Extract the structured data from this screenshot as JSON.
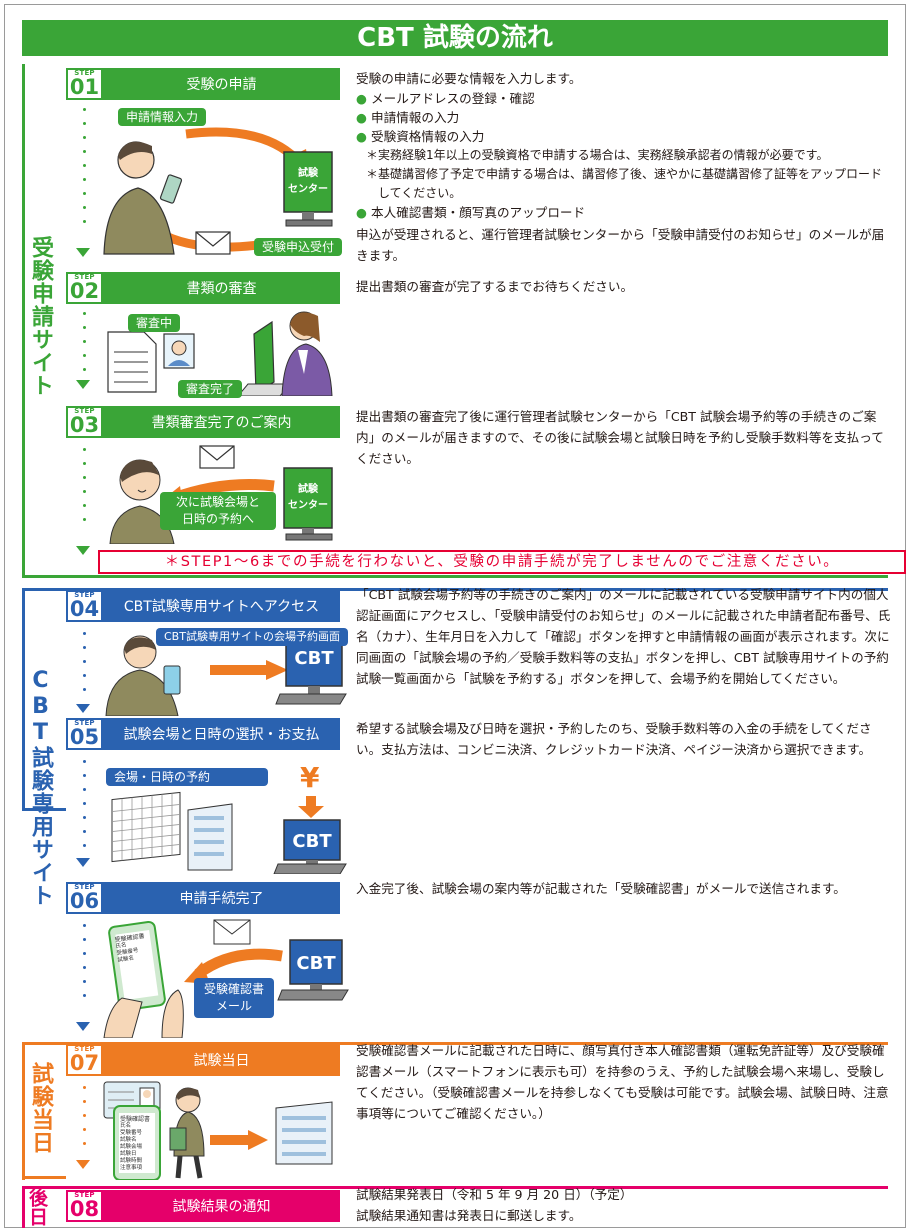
{
  "title": "CBT 試験の流れ",
  "colors": {
    "green": "#3aa537",
    "blue": "#2a62b0",
    "orange": "#ee7b22",
    "pink": "#e5006a",
    "red_notice": "#e60033"
  },
  "phases": {
    "p1": "受験申請サイト",
    "p2": "CBT試験専用サイト",
    "p3": "試験当日",
    "p4": "後日"
  },
  "step_prefix": "STEP",
  "steps": [
    {
      "no": "01",
      "title": "受験の申請"
    },
    {
      "no": "02",
      "title": "書類の審査"
    },
    {
      "no": "03",
      "title": "書類審査完了のご案内"
    },
    {
      "no": "04",
      "title": "CBT試験専用サイトへアクセス"
    },
    {
      "no": "05",
      "title": "試験会場と日時の選択・お支払"
    },
    {
      "no": "06",
      "title": "申請手続完了"
    },
    {
      "no": "07",
      "title": "試験当日"
    },
    {
      "no": "08",
      "title": "試験結果の通知"
    }
  ],
  "step1_desc": {
    "intro": "受験の申請に必要な情報を入力します。",
    "b1": "メールアドレスの登録・確認",
    "b2": "申請情報の入力",
    "b3": "受験資格情報の入力",
    "n1": "＊実務経験1年以上の受験資格で申請する場合は、実務経験承認者の情報が必要です。",
    "n2": "＊基礎講習修了予定で申請する場合は、講習修了後、速やかに基礎講習修了証等をアップロードしてください。",
    "b4": "本人確認書類・顔写真のアップロード",
    "end": "申込が受理されると、運行管理者試験センターから「受験申請受付のお知らせ」のメールが届きます。"
  },
  "step2_desc": "提出書類の審査が完了するまでお待ちください。",
  "step3_desc": "提出書類の審査完了後に運行管理者試験センターから「CBT 試験会場予約等の手続きのご案内」のメールが届きますので、その後に試験会場と試験日時を予約し受験手数料等を支払ってください。",
  "notice": "＊STEP1〜6までの手続を行わないと、受験の申請手続が完了しませんのでご注意ください。",
  "step4_desc": "「CBT 試験会場予約等の手続きのご案内」のメールに記載されている受験申請サイト内の個人認証画面にアクセスし、「受験申請受付のお知らせ」のメールに記載された申請者配布番号、氏名（カナ）、生年月日を入力して「確認」ボタンを押すと申請情報の画面が表示されます。次に同画面の「試験会場の予約／受験手数料等の支払」ボタンを押し、CBT 試験専用サイトの予約試験一覧画面から「試験を予約する」ボタンを押して、会場予約を開始してください。",
  "step5_desc": "希望する試験会場及び日時を選択・予約したのち、受験手数料等の入金の手続をしてください。支払方法は、コンビニ決済、クレジットカード決済、ペイジー決済から選択できます。",
  "step6_desc": "入金完了後、試験会場の案内等が記載された「受験確認書」がメールで送信されます。",
  "step7_desc": "受験確認書メールに記載された日時に、顔写真付き本人確認書類（運転免許証等）及び受験確認書メール（スマートフォンに表示も可）を持参のうえ、予約した試験会場へ来場し、受験してください。（受験確認書メールを持参しなくても受験は可能です。試験会場、試験日時、注意事項等についてご確認ください。）",
  "step8_desc": {
    "l1": "試験結果発表日（令和 5 年 9 月 20 日）（予定）",
    "l2": "試験結果通知書は発表日に郵送します。"
  },
  "illus": {
    "s1_tag_input": "申請情報入力",
    "s1_tag_receive": "受験申込受付",
    "center_l1": "試験",
    "center_l2": "センター",
    "s2_tag_reviewing": "審査中",
    "s2_tag_done": "審査完了",
    "s3_bubble_l1": "次に試験会場と",
    "s3_bubble_l2": "日時の予約へ",
    "s4_tag": "CBT試験専用サイトの会場予約画面",
    "cbt": "CBT",
    "s5_tag": "会場・日時の予約",
    "yen": "¥",
    "s6_label_l1": "受験確認書",
    "s6_label_l2": "メール",
    "phone_doc_title": "受験確認書",
    "phone_doc_l1": "氏名",
    "phone_doc_l2": "受験番号",
    "phone_doc_l3": "試験名",
    "s7_doc_l4": "試験会場",
    "s7_doc_l5": "試験日",
    "s7_doc_l6": "試験時間",
    "s7_doc_l7": "注意事項"
  }
}
